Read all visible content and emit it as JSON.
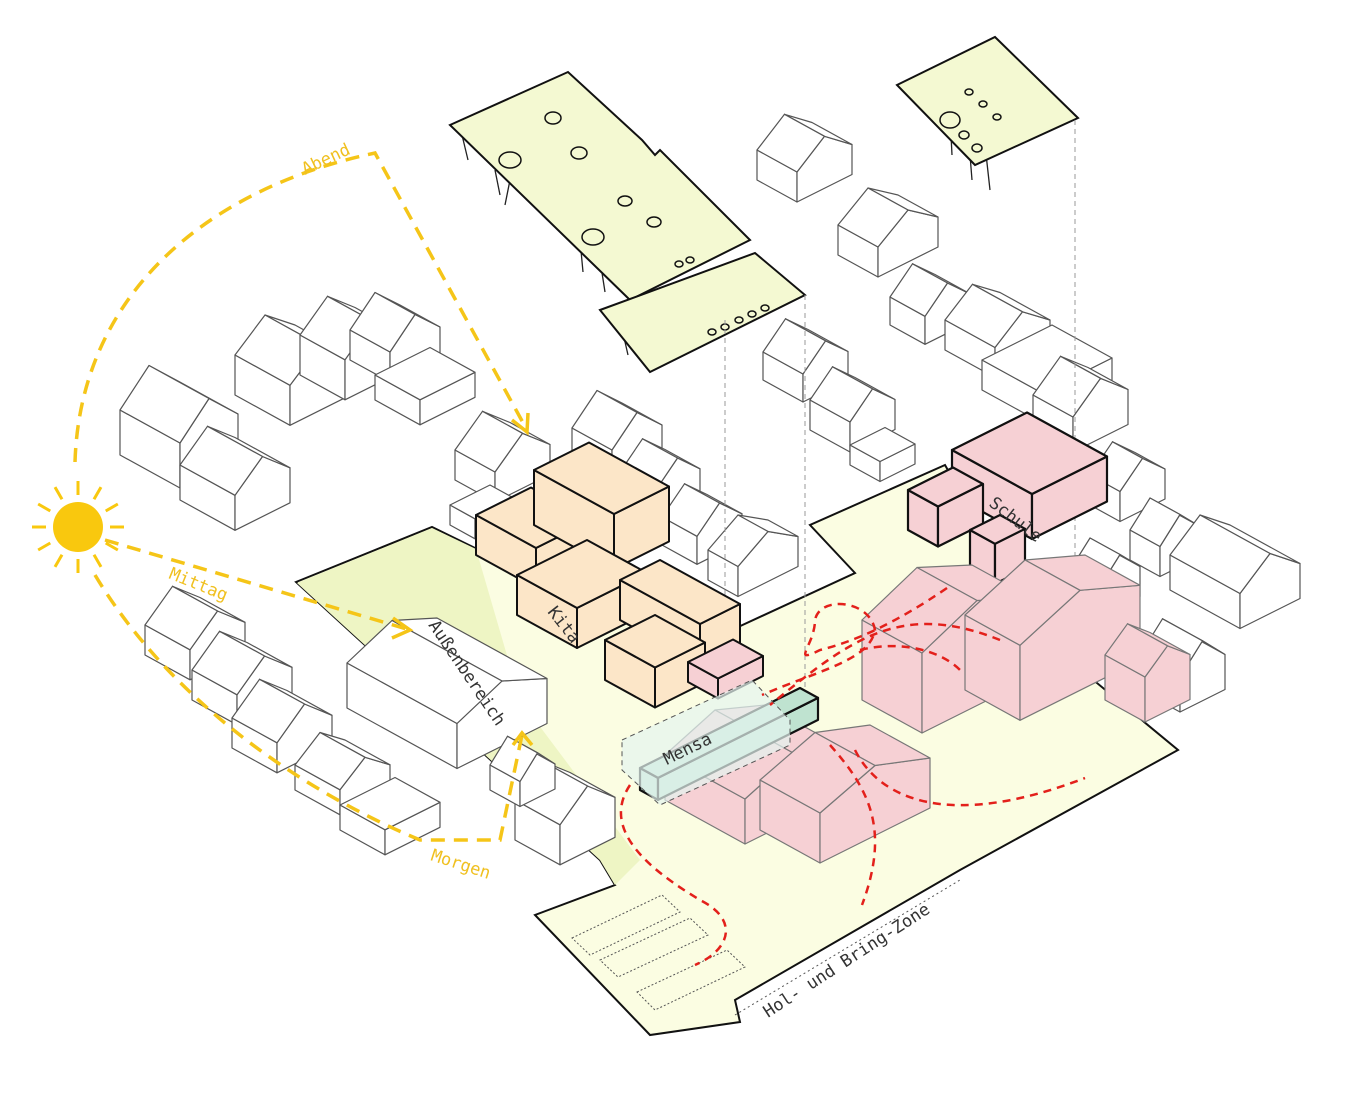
{
  "labels": {
    "abend": "Abend",
    "mittag": "Mittag",
    "morgen": "Morgen",
    "aussenbereich": "Außenbereich",
    "kita": "Kita",
    "mensa": "Mensa",
    "schule": "Schule",
    "hol_bring": "Hol- und Bring-Zone"
  },
  "colors": {
    "sun": "#f9c80e",
    "sun_path": "#f5c518",
    "site": "#fbfde2",
    "outdoor": "#eef5c4",
    "roof_plate": "#f4f9d2",
    "kita": "#fce6c8",
    "school": "#f6d0d4",
    "mensa": "#bfe3d0",
    "arrows": "#e3201b"
  }
}
